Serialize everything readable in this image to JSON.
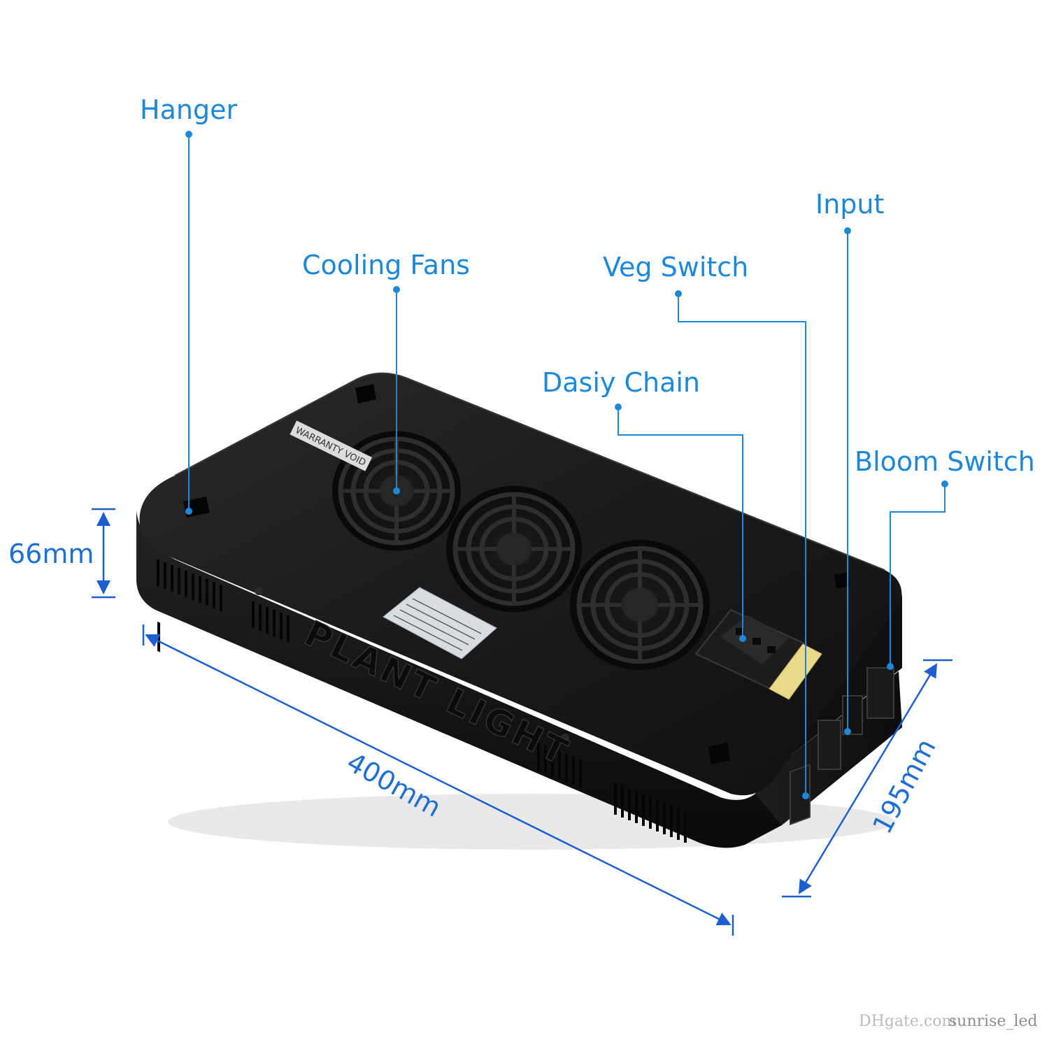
{
  "callouts": {
    "hanger": "Hanger",
    "cooling_fans": "Cooling Fans",
    "input": "Input",
    "veg_switch": "Veg Switch",
    "dasiy_chain": "Dasiy Chain",
    "bloom_switch": "Bloom Switch"
  },
  "dimensions": {
    "height": "66mm",
    "length": "400mm",
    "width": "195mm"
  },
  "product": {
    "engraving": "PLANT LIGHT",
    "warranty_sticker": "WARRANTY VOID"
  },
  "watermark": {
    "text": "sunrise_led",
    "brand": "DHgate.com"
  },
  "colors": {
    "callout": "#1e88d8",
    "dimension": "#1e5fd0",
    "housing": "#141414"
  }
}
